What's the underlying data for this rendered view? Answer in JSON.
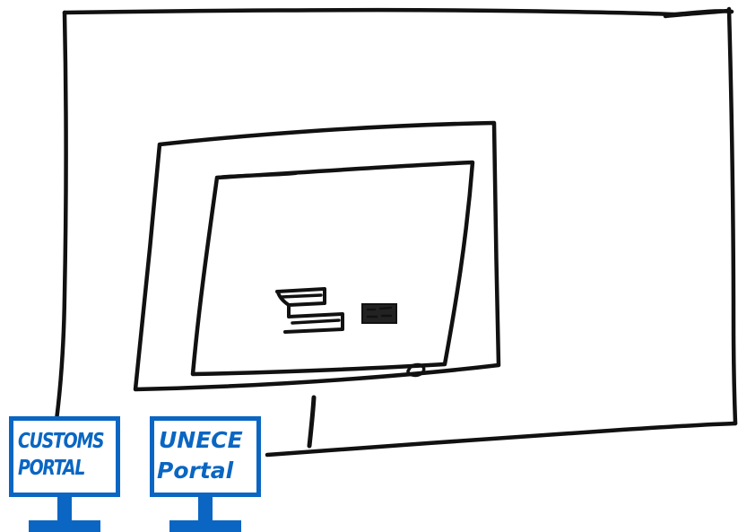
{
  "portals": [
    {
      "lines": [
        "CUSTOMS",
        "PORTAL"
      ],
      "icon": "monitor-icon",
      "color": "#0a66c2"
    },
    {
      "lines": [
        "UNECE",
        "Portal"
      ],
      "icon": "monitor-icon",
      "color": "#0a66c2"
    }
  ],
  "sketch": {
    "stroke_color": "#111111",
    "background": "#ffffff",
    "elements": [
      "large-outer-frame",
      "screen-frame",
      "inner-panel",
      "ui-glyphs",
      "stand-pole"
    ]
  }
}
